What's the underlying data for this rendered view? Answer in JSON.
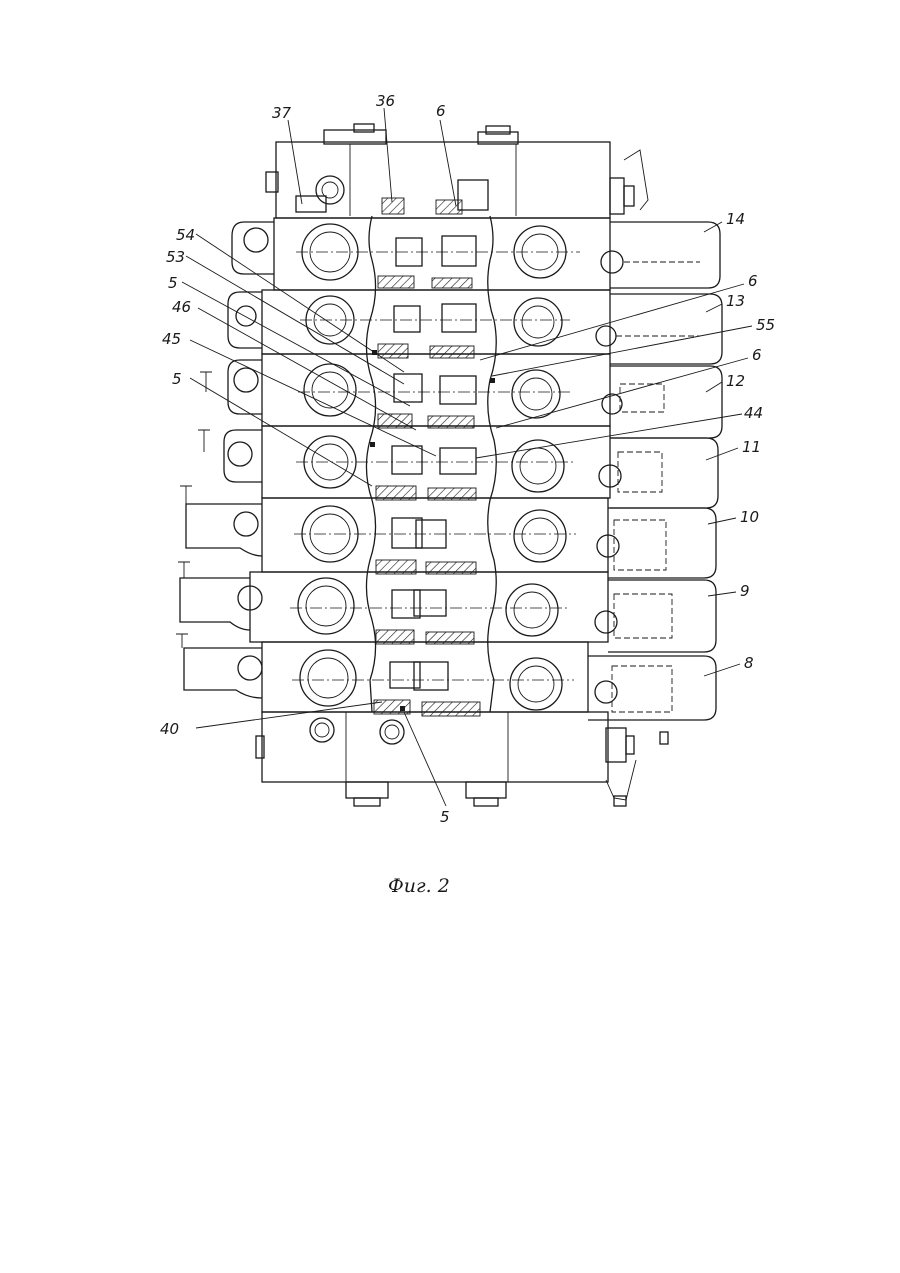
{
  "figure": {
    "caption": "Фиг. 2",
    "labels": {
      "l37": "37",
      "l36": "36",
      "l6a": "6",
      "l14": "14",
      "l54": "54",
      "l6b": "6",
      "l53": "53",
      "l13": "13",
      "l55": "55",
      "l5a": "5",
      "l6c": "6",
      "l46": "46",
      "l12": "12",
      "l45": "45",
      "l44": "44",
      "l5b": "5",
      "l11": "11",
      "l10": "10",
      "l9": "9",
      "l8": "8",
      "l40": "40",
      "l5c": "5"
    }
  }
}
